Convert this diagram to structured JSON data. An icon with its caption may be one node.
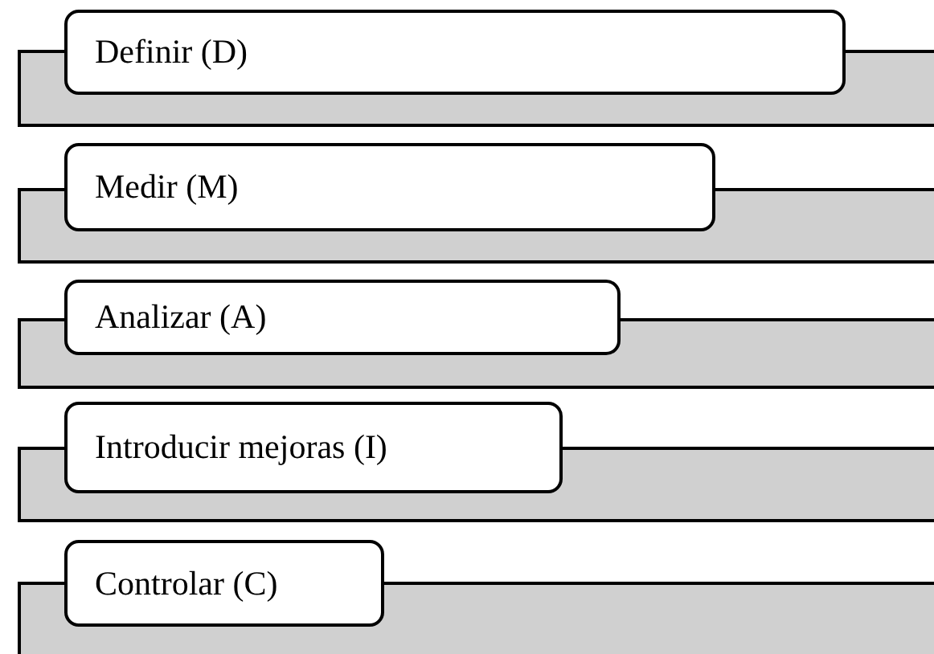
{
  "diagram": {
    "nodes": [
      {
        "text": [
          "Definir (D)"
        ]
      },
      {
        "text": [
          "Medir (M)"
        ]
      },
      {
        "text": [
          "Analizar (A)"
        ]
      },
      {
        "text": [
          "Introducir mejoras (I)"
        ]
      },
      {
        "text": [
          "Controlar (C)"
        ]
      }
    ]
  }
}
